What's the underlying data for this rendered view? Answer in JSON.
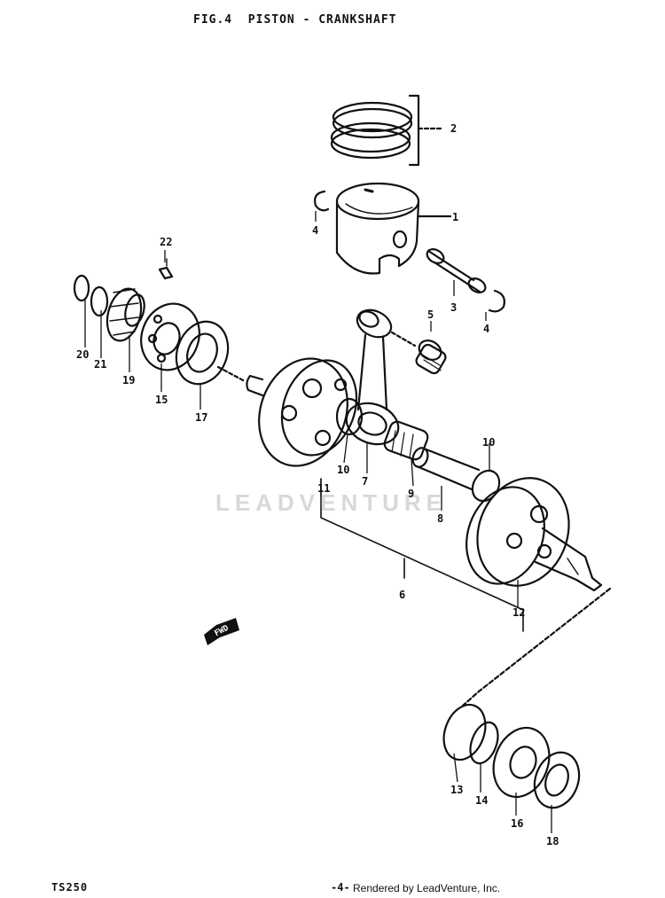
{
  "title": "FIG.4  PISTON - CRANKSHAFT",
  "watermark": "LEADVENTURE",
  "footer": {
    "model": "TS250",
    "page": "-4-",
    "credit": "Rendered by LeadVenture, Inc."
  },
  "direction_marker": "FWD",
  "callouts": {
    "c1": "1",
    "c2": "2",
    "c3": "3",
    "c4a": "4",
    "c4b": "4",
    "c5": "5",
    "c6": "6",
    "c7": "7",
    "c8": "8",
    "c9": "9",
    "c10a": "10",
    "c10b": "10",
    "c11": "11",
    "c12": "12",
    "c13": "13",
    "c14": "14",
    "c15": "15",
    "c16": "16",
    "c17": "17",
    "c18": "18",
    "c19": "19",
    "c20": "20",
    "c21": "21",
    "c22": "22"
  }
}
